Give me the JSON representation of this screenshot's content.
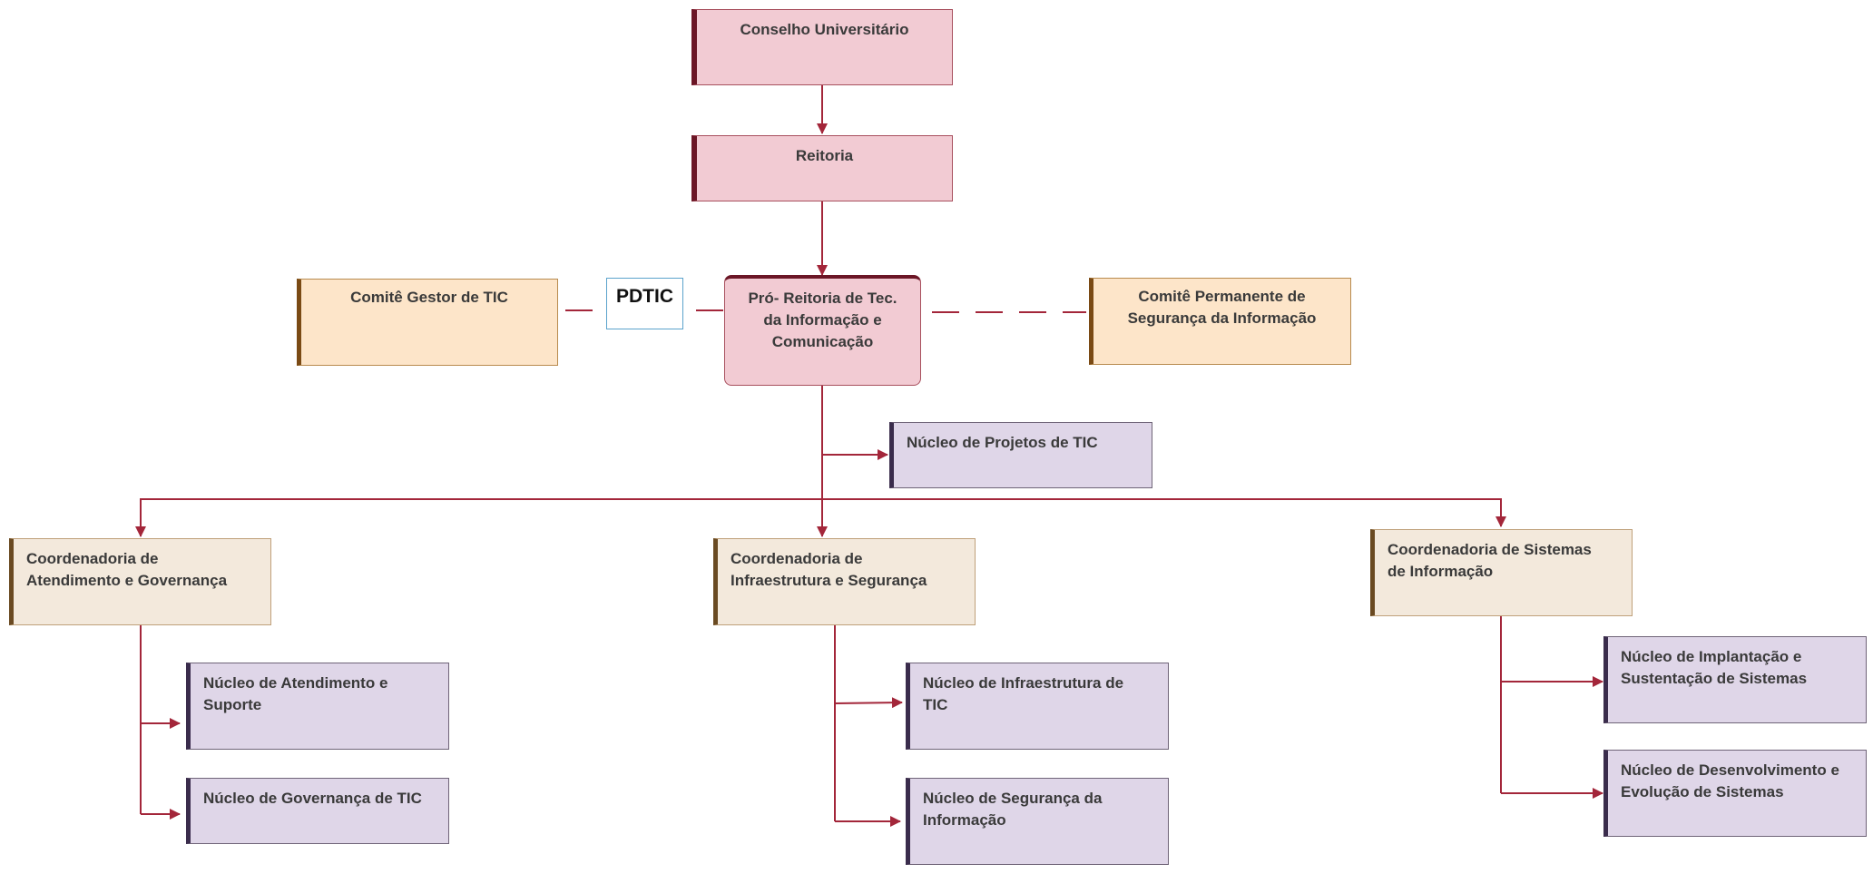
{
  "org_chart": {
    "conselho": "Conselho Universitário",
    "reitoria": "Reitoria",
    "pro_reitoria": "Pró- Reitoria de Tec.\nda Informação e\nComunicação",
    "comite_gestor": "Comitê Gestor de TIC",
    "pdtic": "PDTIC",
    "comite_permanente": "Comitê Permanente de\nSegurança da Informação",
    "nucleo_projetos": "Núcleo de Projetos de TIC",
    "coord_atendimento": "Coordenadoria de\nAtendimento e Governança",
    "coord_infra": "Coordenadoria de\nInfraestrutura e Segurança",
    "coord_sistemas": "Coordenadoria de Sistemas\nde Informação",
    "nucleo_atendimento": "Núcleo de Atendimento e\nSuporte",
    "nucleo_governanca": "Núcleo de Governança de TIC",
    "nucleo_infra": "Núcleo de Infraestrutura de\nTIC",
    "nucleo_seguranca": "Núcleo de Segurança da\nInformação",
    "nucleo_implantacao": "Núcleo de Implantação e\nSustentação de Sistemas",
    "nucleo_desenvolvimento": "Núcleo de Desenvolvimento e\nEvolução de Sistemas"
  },
  "colors": {
    "connector": "#a3263a",
    "dashed_connector": "#a3263a",
    "top_level_fill": "#f2cbd3",
    "committee_fill": "#fde5c9",
    "coordination_fill": "#f3e9dc",
    "nucleus_fill": "#dfd6e8",
    "pdtic_border": "#5ba3cc"
  }
}
